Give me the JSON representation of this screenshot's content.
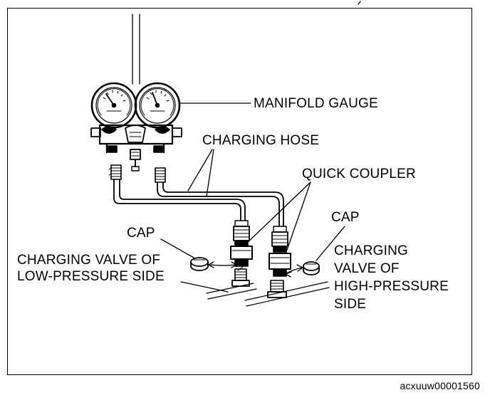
{
  "labels": {
    "manifold_gauge": "MANIFOLD GAUGE",
    "charging_hose": "CHARGING HOSE",
    "quick_coupler": "QUICK COUPLER",
    "cap_high": "CAP",
    "cap_low": "CAP",
    "valve_low": {
      "line1": "CHARGING VALVE OF",
      "line2": "LOW-PRESSURE SIDE"
    },
    "valve_high": {
      "line1": "CHARGING",
      "line2": "VALVE OF",
      "line3": "HIGH-PRESSURE",
      "line4": "SIDE"
    }
  },
  "figure_id": "acxuuw00001560",
  "colors": {
    "ink": "#000000",
    "background": "#ffffff"
  }
}
